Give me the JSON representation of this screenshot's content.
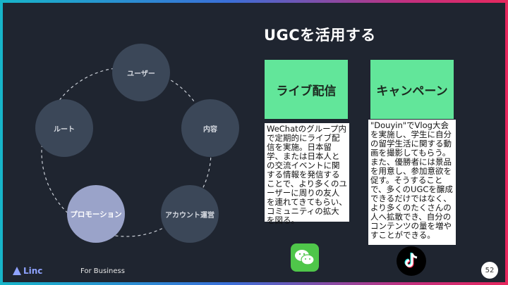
{
  "title": "UGCを活用する",
  "cycle": {
    "nodes": [
      "ユーザー",
      "内容",
      "アカウント運営",
      "プロモーション",
      "ルート"
    ],
    "active": "プロモーション"
  },
  "features": [
    {
      "label": "ライブ配信",
      "description": "WeChatのグループ内で定期的にライブ配信を実施。日本留学、または日本人との交流イベントに関する情報を発信することで、より多くのユーザーに周りの友人を連れてきてもらい、コミュニティの拡大を図る。",
      "icon": "wechat-icon"
    },
    {
      "label": "キャンペーン",
      "description": "\"Douyin\"でVlog大会を実施し、学生に自分の留学生活に関する動画を撮影してもらう。また、優勝者には景品を用意し、参加意欲を促す。そうすることで、多くのUGCを醸成できるだけではなく、より多くのたくさんの人へ拡散でき、自分のコンテンツの量を増やすことができる。",
      "icon": "douyin-icon"
    }
  ],
  "footer": {
    "brand": "Linc",
    "text": "For Business",
    "page": "52"
  },
  "colors": {
    "accent_green": "#62e69a",
    "node_fill": "#3b4758",
    "active_node_fill": "#9aa3c9",
    "background": "#1f2530"
  }
}
